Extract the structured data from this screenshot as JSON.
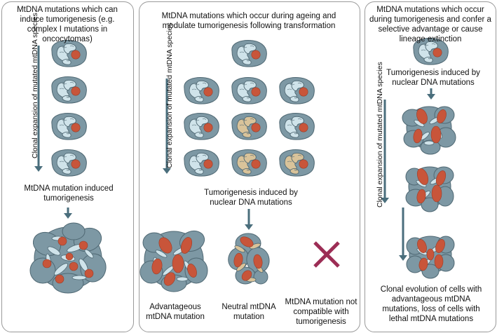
{
  "colors": {
    "cell_fill": "#7d98a4",
    "cell_stroke": "#4f6873",
    "mito_fill": "#cfe3ea",
    "mito_stroke": "#4f6873",
    "nucleus": "#c8553a",
    "arrow": "#4a6e7c",
    "cross": "#9c2d55",
    "mutant_mito": "#d9c39a"
  },
  "panels": [
    {
      "title": "MtDNA mutations which can induce tumorigenesis (e.g. complex I mutations in oncocytomas)",
      "side_label": "Clonal expansion of mutated mtDNA species",
      "step_label": "MtDNA mutation induced tumorigenesis"
    },
    {
      "title": "MtDNA mutations which occur during ageing and modulate tumorigenesis following transformation",
      "side_label": "Clonal expansion of mutated mtDNA species",
      "step_label": "Tumorigenesis induced by nuclear DNA mutations",
      "outcomes": [
        "Advantageous mtDNA mutation",
        "Neutral mtDNA mutation",
        "MtDNA mutation not compatible with tumorigenesis"
      ]
    },
    {
      "title": "MtDNA mutations which occur during tumorigenesis and confer a selective advantage or cause lineage extinction",
      "side_label": "Clonal expansion of mutated mtDNA species",
      "step_label": "Tumorigenesis induced by nuclear DNA mutations",
      "final_label": "Clonal evolution of cells with advantageous mtDNA mutations, loss of cells with lethal mtDNA mutations"
    }
  ]
}
